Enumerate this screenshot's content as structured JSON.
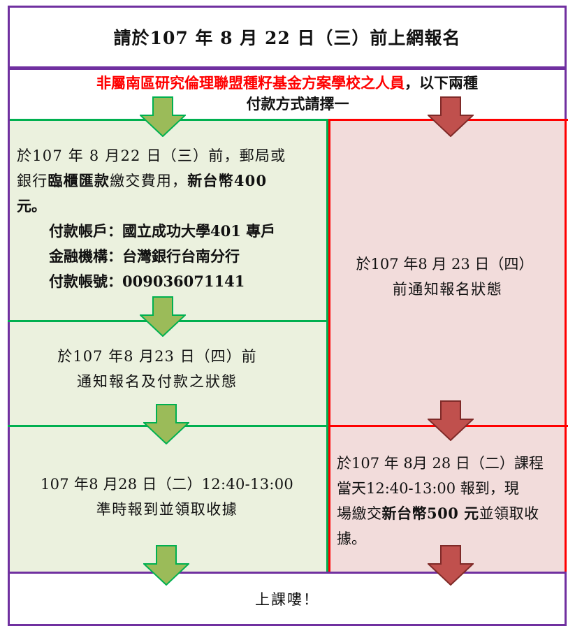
{
  "colors": {
    "purple_border": "#7030a0",
    "green_border": "#00b050",
    "red_border": "#ff0000",
    "green_fill": "#ebf1de",
    "red_fill": "#f2dcdb",
    "green_arrow": "#9bbb59",
    "red_arrow": "#c0504d",
    "highlight_red": "#ff0000"
  },
  "header": {
    "title": "請於107 年 8 月 22 日（三）前上網報名"
  },
  "intro": {
    "red_text": "非屬南區研究倫理聯盟種籽基金方案學校之人員",
    "black_text": "，以下兩種",
    "line2": "付款方式請擇一"
  },
  "left": {
    "step1": {
      "line1": "於107 年 8 月22 日（三）前，郵局或",
      "line2_pre": "銀行",
      "line2_bold": "臨櫃匯款",
      "line2_mid": "繳交費用，",
      "line2_bold2": "新台幣400",
      "line3": "元。",
      "account_name": "付款帳戶：國立成功大學401 專戶",
      "institution": "金融機構：台灣銀行台南分行",
      "account_no": "付款帳號：009036071141"
    },
    "step2": {
      "line1": "於107 年8 月23 日（四）前",
      "line2": "通知報名及付款之狀態"
    },
    "step3": {
      "line1": "107 年8 月28 日（二）12:40-13:00",
      "line2": "準時報到並領取收據"
    }
  },
  "right": {
    "step1": {
      "line1": "於107 年8 月 23 日（四）",
      "line2": "前通知報名狀態"
    },
    "step2": {
      "line1": "於107 年 8月 28 日（二）課程",
      "line2": "當天12:40-13:00 報到，現",
      "line3_pre": "場繳交",
      "line3_bold": "新台幣500 元",
      "line3_post": "並領取收",
      "line4": "據。"
    }
  },
  "footer": {
    "text": "上課嘍！"
  }
}
